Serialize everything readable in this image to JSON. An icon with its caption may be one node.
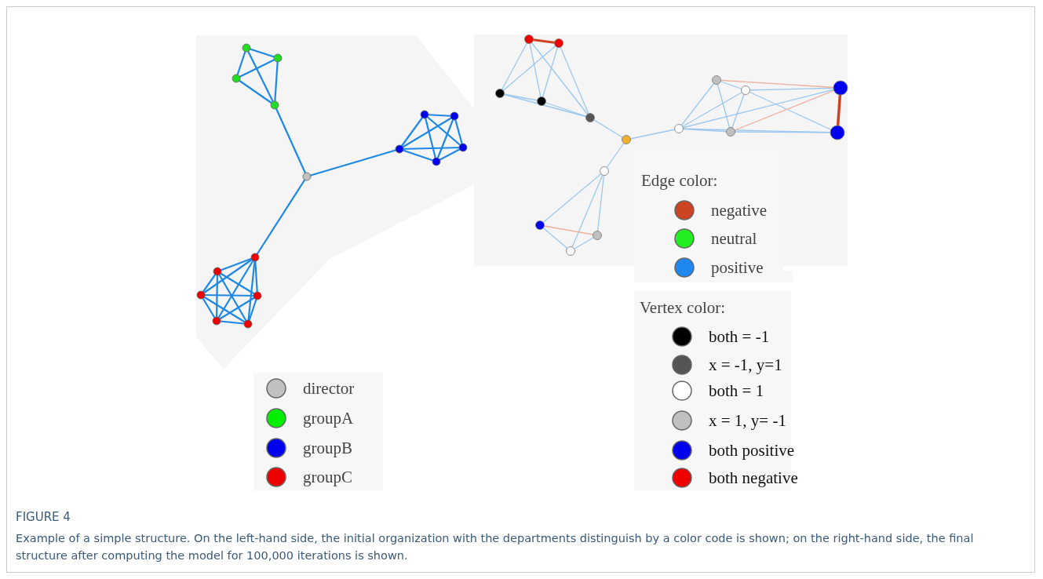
{
  "diagram": {
    "title": "FIGURE 4",
    "caption": "Example of a simple structure. On the left-hand side, the initial organization with the departments distinguish by a color code is shown; on the right-hand side, the final structure after computing the model for 100,000 iterations is shown.",
    "labels": [
      "Edge color:",
      "Vertex color:"
    ],
    "legend": [
      {
        "text": "director",
        "color": "#c0c0c0"
      },
      {
        "text": "groupA",
        "color": "#00ee00"
      },
      {
        "text": "groupB",
        "color": "#0000ee"
      },
      {
        "text": "groupC",
        "color": "#ee0000"
      },
      {
        "text": "negative",
        "color": "#cc4422"
      },
      {
        "text": "neutral",
        "color": "#22ee22"
      },
      {
        "text": "positive",
        "color": "#1e88f0"
      },
      {
        "text": "both = -1",
        "color": "#000000"
      },
      {
        "text": "x = -1, y=1",
        "color": "#555555"
      },
      {
        "text": "both = 1",
        "color": "#ffffff"
      },
      {
        "text": "x = 1, y= -1",
        "color": "#c0c0c0"
      },
      {
        "text": "both positive",
        "color": "#0000ee"
      },
      {
        "text": "both negative",
        "color": "#ee0000"
      }
    ]
  }
}
